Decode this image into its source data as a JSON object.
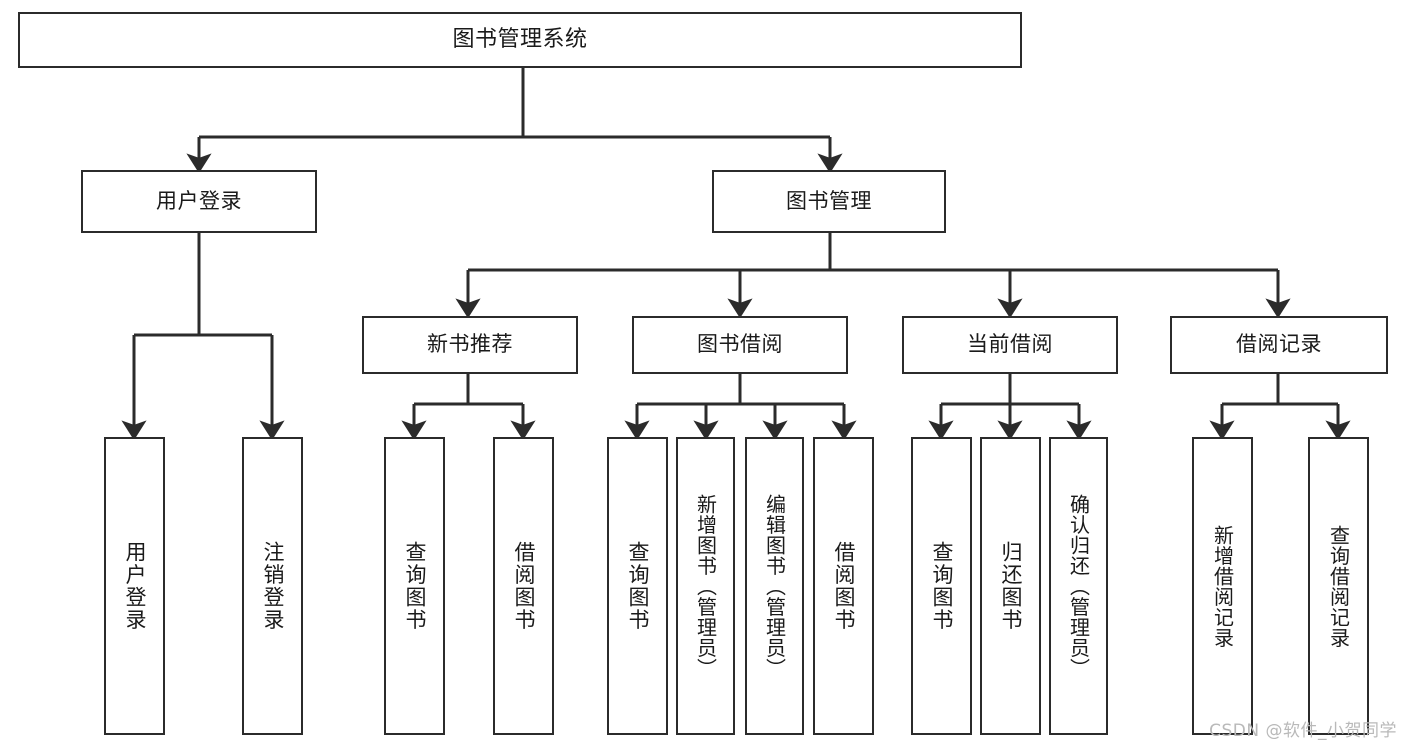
{
  "diagram": {
    "title": "图书管理系统",
    "type": "tree-hierarchy-chart",
    "stroke_color": "#2b2b2b",
    "background_color": "#ffffff",
    "text_color": "#1a1a1a"
  },
  "nodes": {
    "root": {
      "label": "图书管理系统"
    },
    "level2": [
      {
        "label": "用户登录"
      },
      {
        "label": "图书管理"
      }
    ],
    "level3": [
      {
        "label": "新书推荐"
      },
      {
        "label": "图书借阅"
      },
      {
        "label": "当前借阅"
      },
      {
        "label": "借阅记录"
      }
    ],
    "leaves_user_login": [
      {
        "label": "用户登录"
      },
      {
        "label": "注销登录"
      }
    ],
    "leaves_new_book": [
      {
        "label": "查询图书"
      },
      {
        "label": "借阅图书"
      }
    ],
    "leaves_borrow": [
      {
        "label": "查询图书"
      },
      {
        "label": "新增图书（管理员）"
      },
      {
        "label": "编辑图书（管理员）"
      },
      {
        "label": "借阅图书"
      }
    ],
    "leaves_current": [
      {
        "label": "查询图书"
      },
      {
        "label": "归还图书"
      },
      {
        "label": "确认归还（管理员）"
      }
    ],
    "leaves_records": [
      {
        "label": "新增借阅记录"
      },
      {
        "label": "查询借阅记录"
      }
    ]
  },
  "watermark": {
    "text": "CSDN @软件_小贺同学"
  }
}
